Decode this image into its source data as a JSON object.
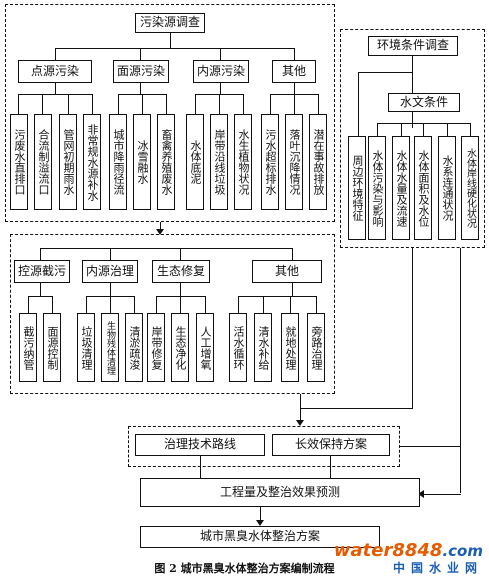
{
  "survey": {
    "title": "污染源调查",
    "categories": [
      "点源污染",
      "面源污染",
      "内源污染",
      "其他"
    ],
    "items": [
      "污废水直排口",
      "合流制溢流口",
      "管网初期雨水",
      "非常规水源补水",
      "城市降雨径流",
      "冰雪融水",
      "畜禽养殖废水",
      "水体底泥",
      "岸带沿线垃圾",
      "水生植物状况",
      "污水超标排水",
      "落叶沉降情况",
      "潜在事故排放"
    ]
  },
  "environment": {
    "title": "环境条件调查",
    "hydro_title": "水文条件",
    "items": [
      "周边环境特征",
      "水体污染与影响",
      "水体水量及流速",
      "水体面积及水位",
      "水系连通状况",
      "水体岸线硬化状况"
    ]
  },
  "measures": {
    "categories": [
      "控源截污",
      "内源治理",
      "生态修复",
      "其他"
    ],
    "items": [
      "截污纳管",
      "面源控制",
      "垃圾清理",
      "生物残体清理",
      "清淤疏浚",
      "岸带修复",
      "生态净化",
      "人工增氧",
      "活水循环",
      "清水补给",
      "就地处理",
      "旁路治理"
    ]
  },
  "plan": {
    "route": "治理技术路线",
    "maintain": "长效保持方案",
    "forecast": "工程量及整治效果预测",
    "final": "城市黑臭水体整治方案"
  },
  "caption": "图 2  城市黑臭水体整治方案编制流程",
  "watermark": {
    "brand": "water",
    "digits": "8848",
    "domain": ".com",
    "cn": "中国水业网"
  }
}
